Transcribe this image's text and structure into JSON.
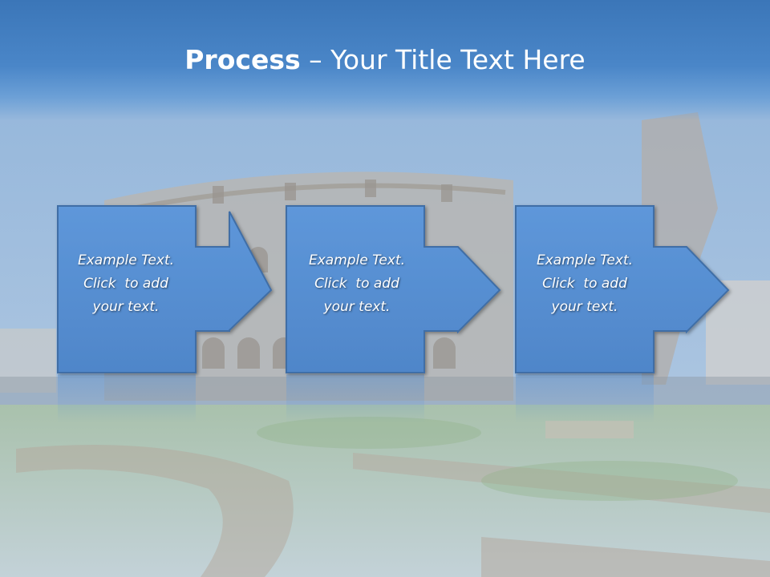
{
  "slide": {
    "title_bold": "Process",
    "title_rest": " – Your Title Text Here",
    "steps": [
      {
        "lines": [
          "Example Text.",
          "Click  to add",
          "your text."
        ]
      },
      {
        "lines": [
          "Example Text.",
          "Click  to add",
          "your text."
        ]
      },
      {
        "lines": [
          "Example Text.",
          "Click  to add",
          "your text."
        ]
      }
    ]
  },
  "colors": {
    "header": "#3b76b8",
    "box_fill": "#5b93d6",
    "box_border": "#3f6ea6",
    "text": "#ffffff"
  }
}
